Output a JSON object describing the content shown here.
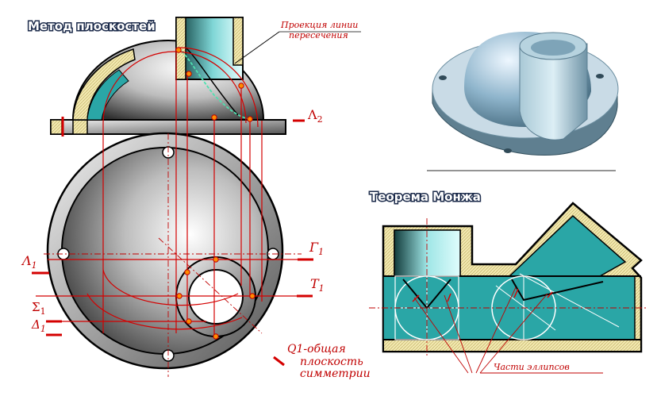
{
  "titles": {
    "left": "Метод плоскостей",
    "right": "Теорема Монжа"
  },
  "annotations": {
    "projection_line1": "Проекция линии",
    "projection_line2": "пересечения",
    "ellipse_parts": "Части эллипсов",
    "symmetry_q": "Q1",
    "symmetry_line1": "-общая",
    "symmetry_line2": "плоскость",
    "symmetry_line3": "симметрии"
  },
  "plane_labels": {
    "lambda2": "Λ",
    "lambda2_sub": "2",
    "lambda1": "Λ",
    "lambda1_sub": "1",
    "gamma1": "Γ",
    "gamma1_sub": "1",
    "t1": "T",
    "t1_sub": "1",
    "sigma1": "Σ",
    "sigma1_sub": "1",
    "delta1": "Δ",
    "delta1_sub": "1"
  },
  "colors": {
    "construction_red": "#d40000",
    "point_orange": "#ff8c00",
    "cyan_body": "#2aa6a6",
    "section_hatch": "#f2e8b0",
    "outline": "#000000"
  }
}
